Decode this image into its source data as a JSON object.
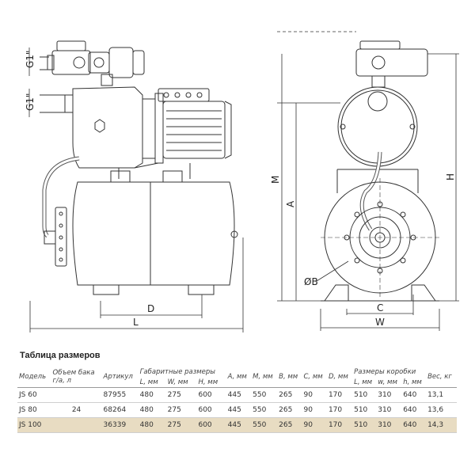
{
  "drawing": {
    "left_labels": {
      "g1_top": "G1\"",
      "g1_mid": "G1\"",
      "D": "D",
      "L": "L"
    },
    "right_labels": {
      "M": "M",
      "A": "A",
      "H": "H",
      "B": "ØB",
      "C": "C",
      "W": "W"
    }
  },
  "table": {
    "title": "Таблица размеров",
    "headers": {
      "model": "Модель",
      "tank": "Объем бака г/а, л",
      "article": "Артикул",
      "overall": "Габаритные размеры",
      "L": "L, мм",
      "W": "W, мм",
      "H": "H, мм",
      "A": "A, мм",
      "M": "M, мм",
      "B": "B, мм",
      "C": "C, мм",
      "D": "D, мм",
      "box": "Размеры коробки",
      "bl": "L, мм",
      "bw": "w, мм",
      "bh": "h, мм",
      "weight": "Вес, кг"
    },
    "rows": [
      {
        "model": "JS 60",
        "tank": "",
        "article": "87955",
        "L": "480",
        "W": "275",
        "H": "600",
        "A": "445",
        "M": "550",
        "B": "265",
        "C": "90",
        "D": "170",
        "bl": "510",
        "bw": "310",
        "bh": "640",
        "weight": "13,1"
      },
      {
        "model": "JS 80",
        "tank": "24",
        "article": "68264",
        "L": "480",
        "W": "275",
        "H": "600",
        "A": "445",
        "M": "550",
        "B": "265",
        "C": "90",
        "D": "170",
        "bl": "510",
        "bw": "310",
        "bh": "640",
        "weight": "13,6"
      },
      {
        "model": "JS 100",
        "tank": "",
        "article": "36339",
        "L": "480",
        "W": "275",
        "H": "600",
        "A": "445",
        "M": "550",
        "B": "265",
        "C": "90",
        "D": "170",
        "bl": "510",
        "bw": "310",
        "bh": "640",
        "weight": "14,3"
      }
    ],
    "highlight_color": "#e8dcc2"
  }
}
